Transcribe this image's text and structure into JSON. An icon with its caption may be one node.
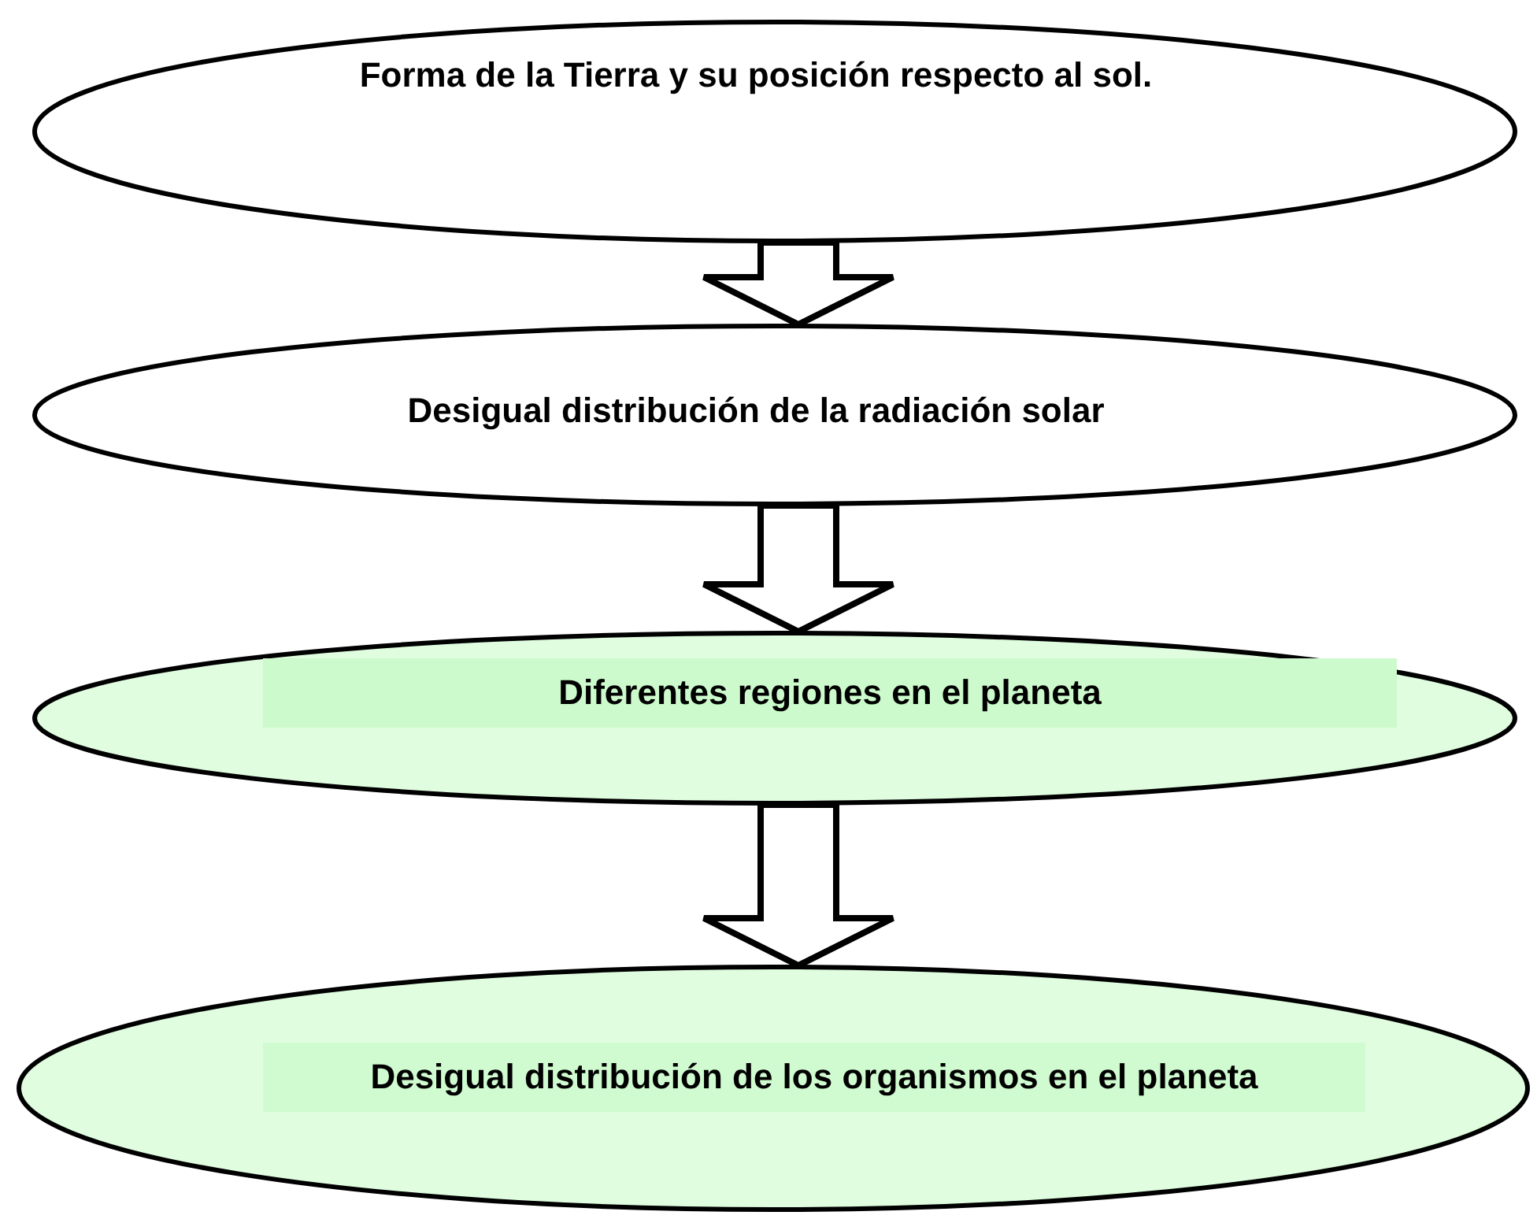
{
  "diagram": {
    "nodes": [
      {
        "text": [
          "Forma de la Tierra y su posición respecto al sol."
        ]
      },
      {
        "text": [
          "Desigual distribución de la radiación solar"
        ]
      },
      {
        "text": [
          "Diferentes regiones en el planeta"
        ]
      },
      {
        "text": [
          "Desigual distribución de los organismos en el planeta"
        ]
      }
    ],
    "edges": [
      {
        "from": 0,
        "to": 1,
        "arrow": "to"
      },
      {
        "from": 1,
        "to": 2,
        "arrow": "to"
      },
      {
        "from": 2,
        "to": 3,
        "arrow": "to"
      }
    ]
  }
}
